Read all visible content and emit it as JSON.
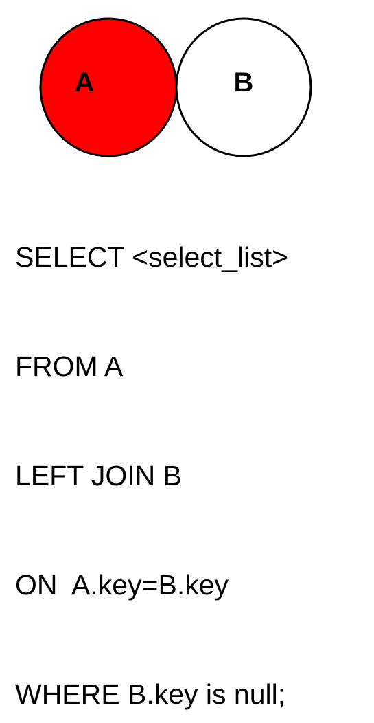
{
  "colors": {
    "highlight": "#ff0000",
    "outline": "#000000",
    "background": "#ffffff"
  },
  "venn": {
    "set_a_label": "A",
    "set_b_label": "B",
    "highlighted_region": "A only (A minus B)"
  },
  "sql": {
    "lines": [
      "SELECT <select_list>",
      "FROM A",
      "LEFT JOIN B",
      "ON  A.key=B.key",
      "WHERE B.key is null;"
    ]
  }
}
